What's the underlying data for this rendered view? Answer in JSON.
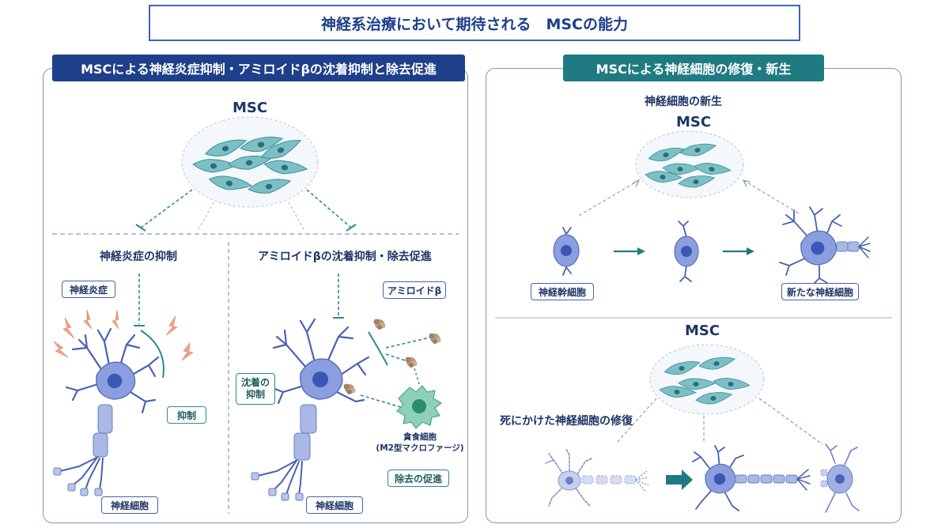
{
  "title": "神経系治療において期待される　MSCの能力",
  "left": {
    "banner": "MSCによる神経炎症抑制・アミロイドβの沈着抑制と除去促進",
    "msc": "MSC",
    "sub1": {
      "title": "神経炎症の抑制",
      "tag_inflammation": "神経炎症",
      "tag_suppress": "抑制",
      "tag_neuron": "神経細胞"
    },
    "sub2": {
      "title": "アミロイドβの沈着抑制・除去促進",
      "tag_amyloid": "アミロイドβ",
      "tag_deposit_line1": "沈着の",
      "tag_deposit_line2": "抑制",
      "macrophage_line1": "貪食細胞",
      "macrophage_line2": "(M2型マクロファージ)",
      "tag_removal": "除去の促進",
      "tag_neuron": "神経細胞"
    }
  },
  "right": {
    "banner": "MSCによる神経細胞の修復・新生",
    "top": {
      "title": "神経細胞の新生",
      "msc": "MSC",
      "tag_stem": "神経幹細胞",
      "tag_new": "新たな神経細胞"
    },
    "bottom": {
      "msc": "MSC",
      "title": "死にかけた神経細胞の修復"
    }
  },
  "colors": {
    "navy": "#1e3f8a",
    "teal": "#1f7a82",
    "neuron": "#7f94d6",
    "msc_cell": "#6fb6bf"
  }
}
